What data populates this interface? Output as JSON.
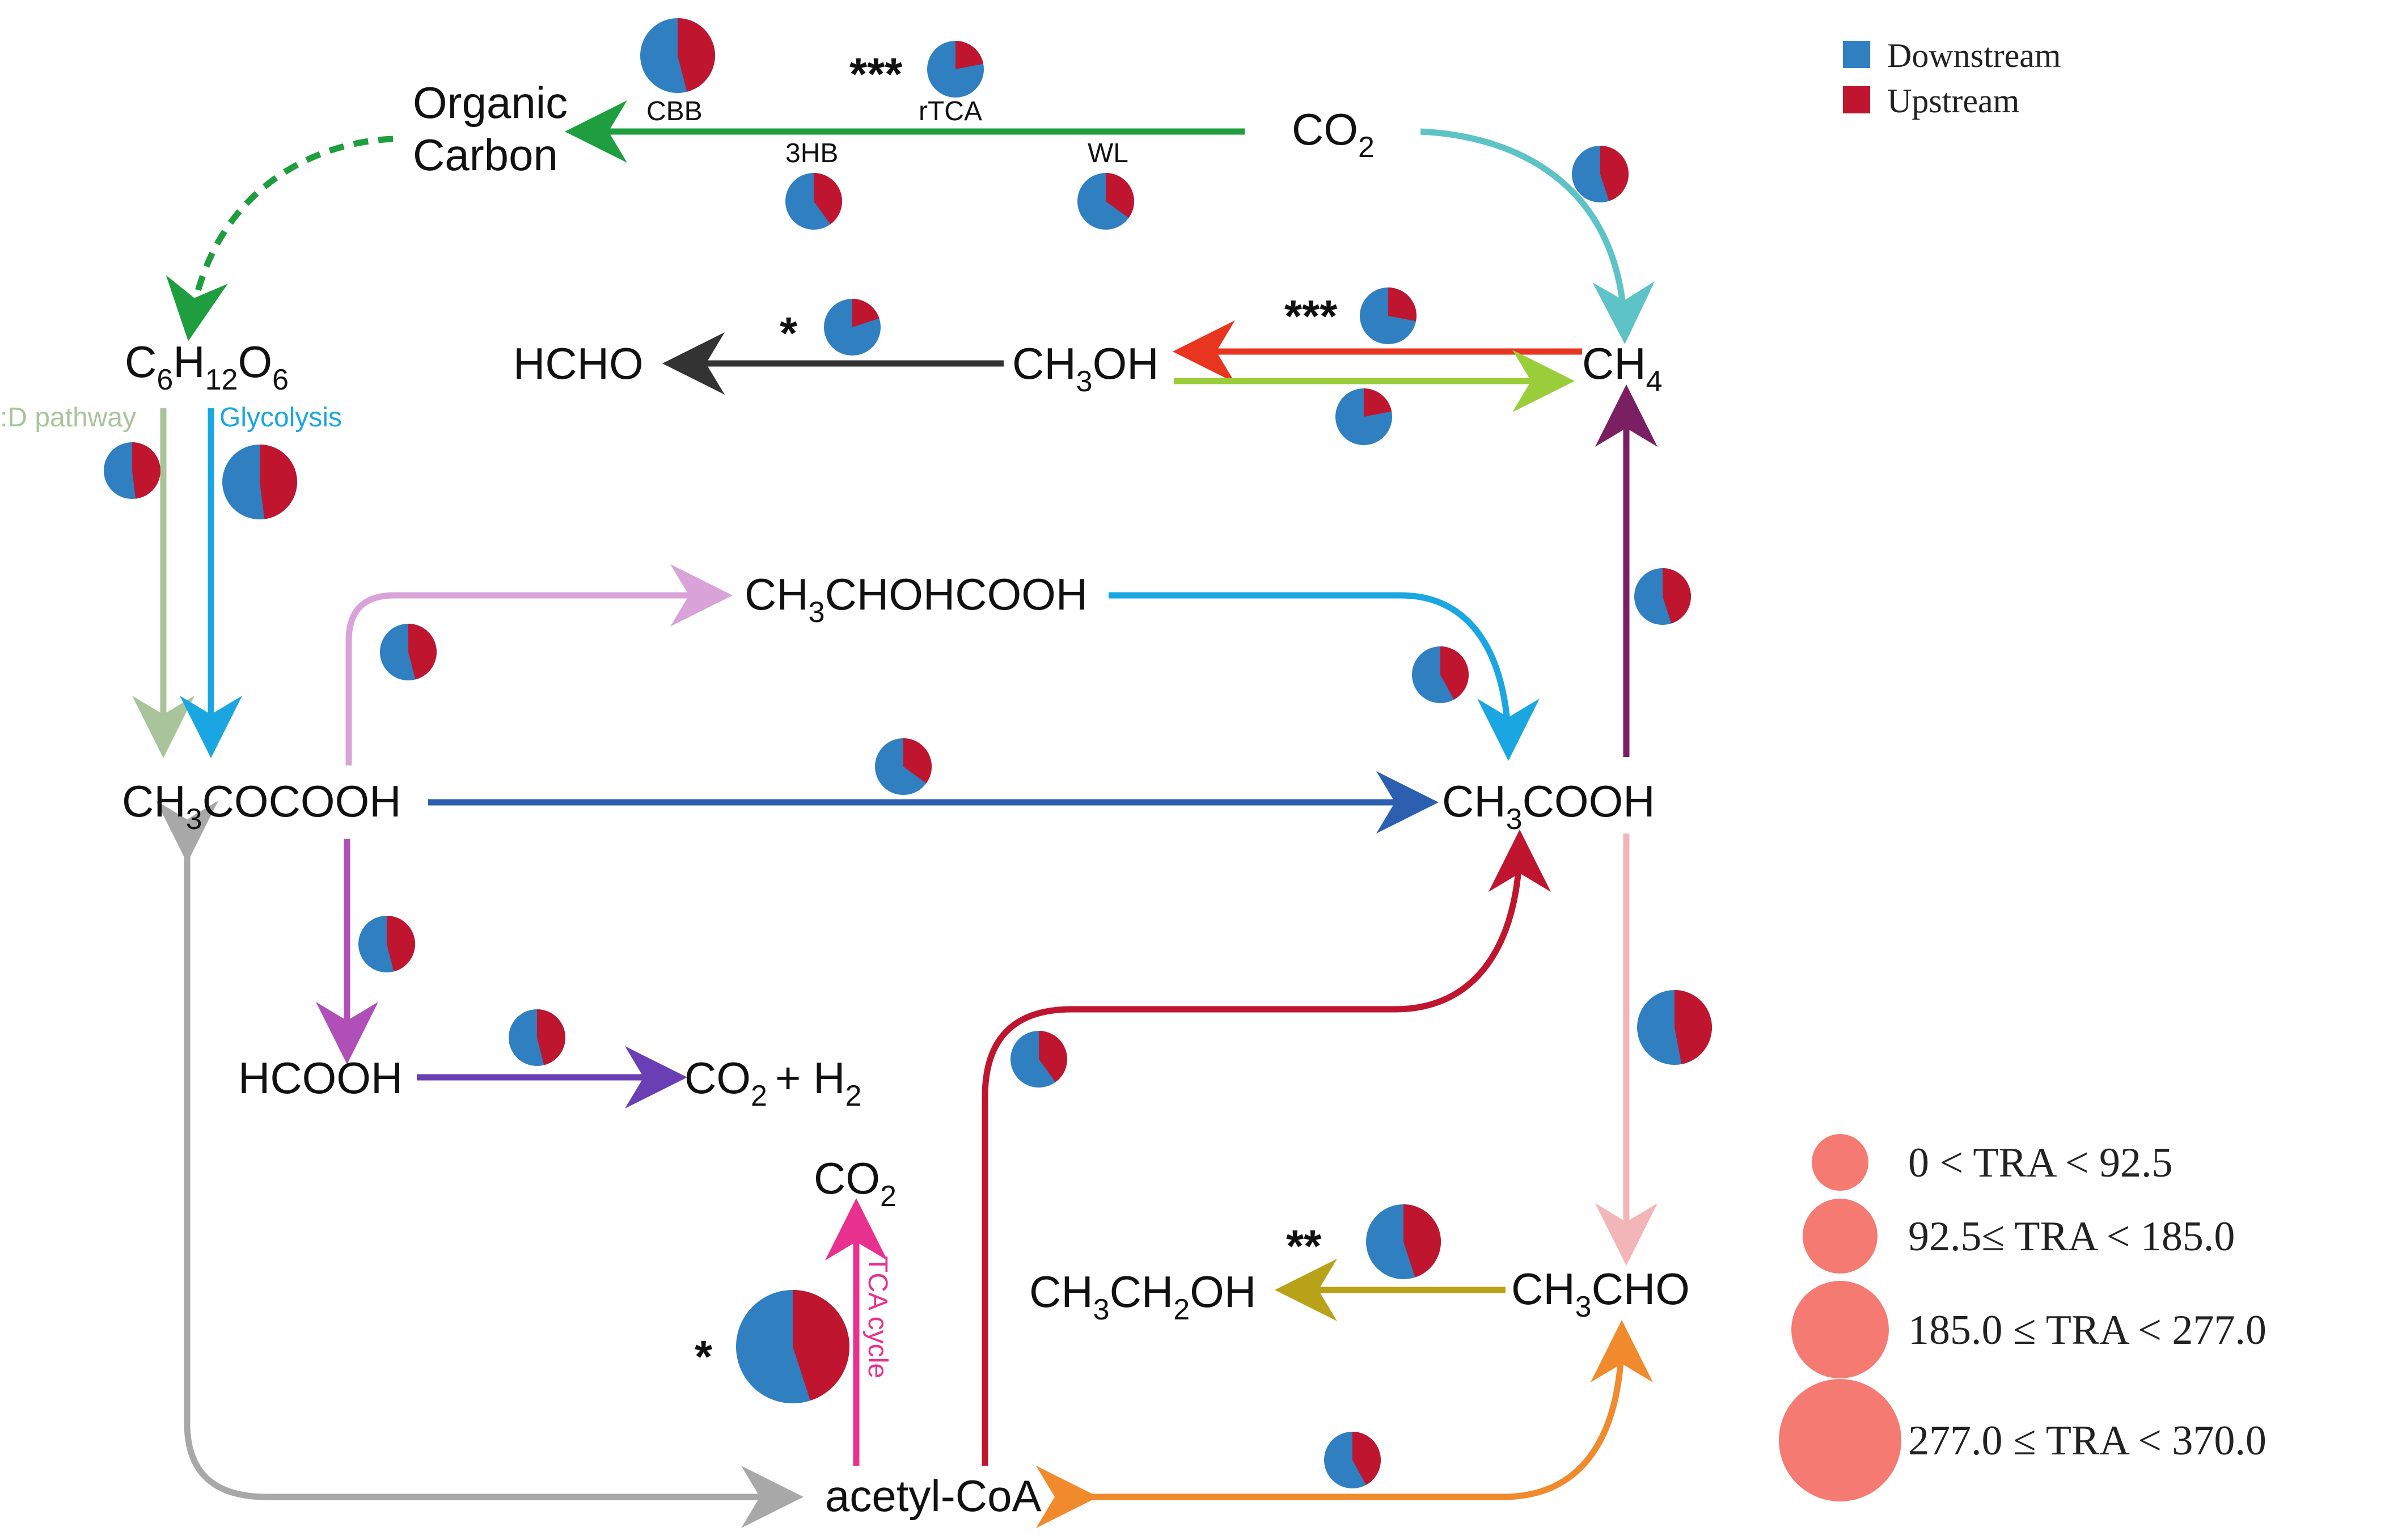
{
  "legend": {
    "items": [
      {
        "label": "Downstream",
        "color": "#2f7fc1"
      },
      {
        "label": "Upstream",
        "color": "#c0152e"
      }
    ]
  },
  "tra_legend": {
    "items": [
      "0 < TRA < 92.5",
      "92.5≤ TRA < 185.0",
      "185.0 ≤ TRA < 277.0",
      "277.0 ≤ TRA < 370.0"
    ],
    "color": "#f47a72"
  },
  "nodes": {
    "organic_carbon": {
      "line1": "Organic",
      "line2": "Carbon"
    },
    "co2_top": {
      "base": "CO",
      "sub": "2"
    },
    "glucose": {
      "c": "C",
      "s1": "6",
      "h": "H",
      "s2": "12",
      "o": "O",
      "s3": "6"
    },
    "hcho": "HCHO",
    "methanol": {
      "a": "CH",
      "s": "3",
      "b": "OH"
    },
    "methane": {
      "a": "CH",
      "s": "4"
    },
    "lactate": {
      "a": "CH",
      "s": "3",
      "b": "CHOHCOOH"
    },
    "pyruvate": {
      "a": "CH",
      "s": "3",
      "b": "COCOOH"
    },
    "acetate": {
      "a": "CH",
      "s": "3",
      "b": "COOH"
    },
    "formate": "HCOOH",
    "co2_h2": {
      "a": "CO",
      "s1": "2",
      "b": "+ H",
      "s2": "2"
    },
    "co2_tca": {
      "a": "CO",
      "s": "2"
    },
    "ethanol": {
      "a": "CH",
      "s1": "3",
      "b": "CH",
      "s2": "2",
      "c": "OH"
    },
    "acetaldehyde": {
      "a": "CH",
      "s": "3",
      "b": "CHO"
    },
    "acetyl_coa": "acetyl-CoA"
  },
  "pathway_labels": {
    "cbb": "CBB",
    "rtca": "rTCA",
    "hb3": "3HB",
    "wl": "WL",
    "ed": ":D pathway",
    "glycolysis": "Glycolysis",
    "tca": "TCA cycle"
  },
  "significance": {
    "rtca": "***",
    "methane_oxidation": "***",
    "hcho": "*",
    "ethanol": "**",
    "tca": "*"
  },
  "pies": [
    {
      "id": "pie-cbb",
      "upstream_fraction": 0.46,
      "tra_class": 3
    },
    {
      "id": "pie-rtca",
      "upstream_fraction": 0.22,
      "tra_class": 2
    },
    {
      "id": "pie-3hb",
      "upstream_fraction": 0.4,
      "tra_class": 2
    },
    {
      "id": "pie-wl",
      "upstream_fraction": 0.35,
      "tra_class": 2
    },
    {
      "id": "pie-co2-ch4",
      "upstream_fraction": 0.45,
      "tra_class": 2
    },
    {
      "id": "pie-hcho",
      "upstream_fraction": 0.2,
      "tra_class": 2
    },
    {
      "id": "pie-ch4-ch3oh",
      "upstream_fraction": 0.28,
      "tra_class": 2
    },
    {
      "id": "pie-ch3oh-ch4",
      "upstream_fraction": 0.22,
      "tra_class": 2
    },
    {
      "id": "pie-ed",
      "upstream_fraction": 0.48,
      "tra_class": 2
    },
    {
      "id": "pie-glycolysis",
      "upstream_fraction": 0.48,
      "tra_class": 3
    },
    {
      "id": "pie-lactate-formation",
      "upstream_fraction": 0.46,
      "tra_class": 2
    },
    {
      "id": "pie-lactate-acetate",
      "upstream_fraction": 0.42,
      "tra_class": 2
    },
    {
      "id": "pie-pyruvate-acetate",
      "upstream_fraction": 0.35,
      "tra_class": 2
    },
    {
      "id": "pie-acetate-ch4",
      "upstream_fraction": 0.45,
      "tra_class": 2
    },
    {
      "id": "pie-pyruvate-formate",
      "upstream_fraction": 0.46,
      "tra_class": 2
    },
    {
      "id": "pie-formate-co2",
      "upstream_fraction": 0.46,
      "tra_class": 2
    },
    {
      "id": "pie-acetylcoa-acetate",
      "upstream_fraction": 0.4,
      "tra_class": 2
    },
    {
      "id": "pie-acetate-acetaldehyde",
      "upstream_fraction": 0.47,
      "tra_class": 3
    },
    {
      "id": "pie-ethanol",
      "upstream_fraction": 0.45,
      "tra_class": 3
    },
    {
      "id": "pie-tca",
      "upstream_fraction": 0.45,
      "tra_class": 4
    },
    {
      "id": "pie-acetylcoa-acetaldehyde",
      "upstream_fraction": 0.42,
      "tra_class": 2
    }
  ]
}
